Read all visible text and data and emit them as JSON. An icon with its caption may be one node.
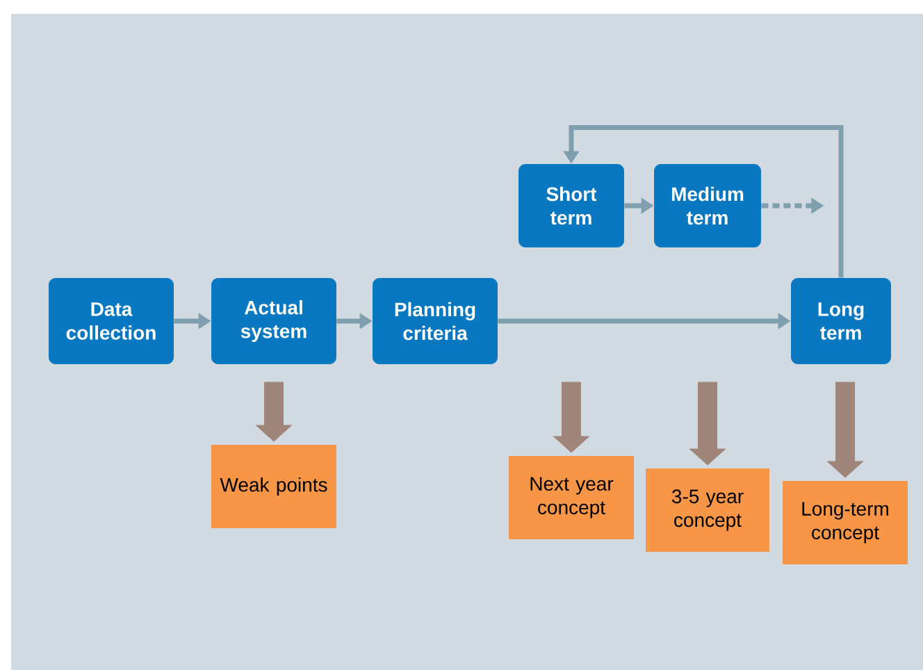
{
  "diagram": {
    "nodes": [
      {
        "text": [
          "Data collection"
        ]
      },
      {
        "text": [
          "Actual system"
        ]
      },
      {
        "text": [
          "Planning criteria"
        ]
      },
      {
        "text": [
          "Short term"
        ]
      },
      {
        "text": [
          "Medium term"
        ]
      },
      {
        "text": [
          "Long term"
        ]
      },
      {
        "text": [
          "Weak points"
        ]
      },
      {
        "text": [
          "Next year concept"
        ]
      },
      {
        "text": [
          "3-5 year concept"
        ]
      },
      {
        "text": [
          "Long-term concept"
        ]
      }
    ],
    "edges": [
      {
        "from": 0,
        "to": 1,
        "arrow": "to"
      },
      {
        "from": 1,
        "to": 2,
        "arrow": "to"
      },
      {
        "from": 2,
        "to": 5,
        "arrow": "to"
      },
      {
        "from": 3,
        "to": 4,
        "arrow": "to"
      },
      {
        "from": 4,
        "to": null,
        "arrow": "to",
        "style": "dashed"
      },
      {
        "from": 5,
        "to": 3,
        "arrow": "to"
      },
      {
        "from": null,
        "to": 6,
        "arrow": "to",
        "style": "thick"
      },
      {
        "from": null,
        "to": 7,
        "arrow": "to",
        "style": "thick"
      },
      {
        "from": null,
        "to": 8,
        "arrow": "to",
        "style": "thick"
      },
      {
        "from": null,
        "to": 9,
        "arrow": "to",
        "style": "thick"
      }
    ]
  }
}
